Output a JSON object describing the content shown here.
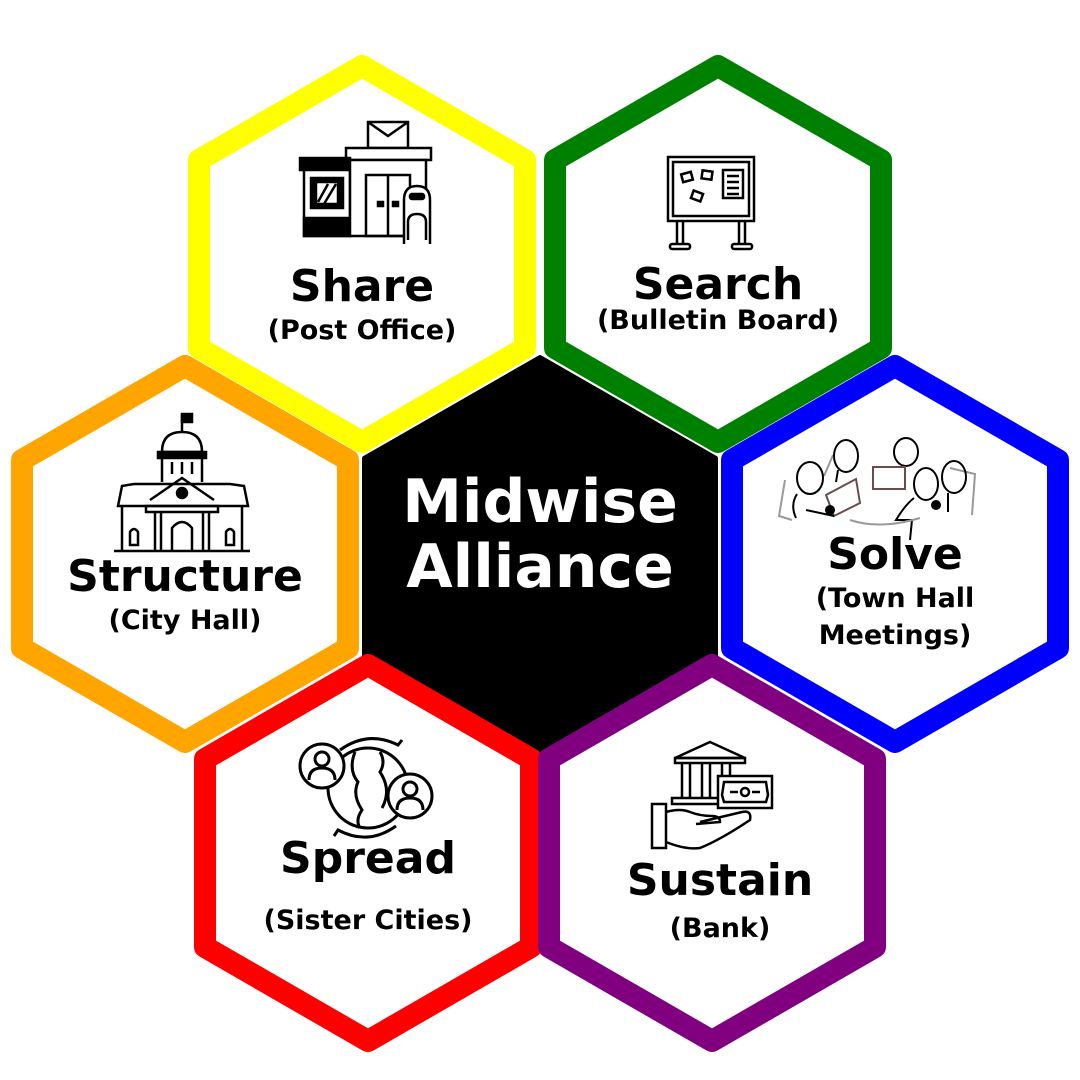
{
  "diagram": {
    "center": {
      "line1": "Midwise",
      "line2": "Alliance",
      "fill": "#000000",
      "text_color": "#ffffff"
    },
    "hexes": [
      {
        "id": "share",
        "title": "Share",
        "subtitle": "(Post Office)",
        "icon": "post-office-icon",
        "color": "#ffff00"
      },
      {
        "id": "search",
        "title": "Search",
        "subtitle": "(Bulletin Board)",
        "icon": "bulletin-board-icon",
        "color": "#008000"
      },
      {
        "id": "structure",
        "title": "Structure",
        "subtitle": "(City Hall)",
        "icon": "city-hall-icon",
        "color": "#ffa500"
      },
      {
        "id": "solve",
        "title": "Solve",
        "subtitle_line1": "(Town Hall",
        "subtitle_line2": "Meetings)",
        "icon": "meeting-people-icon",
        "color": "#0000ff"
      },
      {
        "id": "spread",
        "title": "Spread",
        "subtitle": "(Sister Cities)",
        "icon": "globe-people-icon",
        "color": "#ff0000"
      },
      {
        "id": "sustain",
        "title": "Sustain",
        "subtitle": "(Bank)",
        "icon": "bank-hand-icon",
        "color": "#800080"
      }
    ]
  }
}
